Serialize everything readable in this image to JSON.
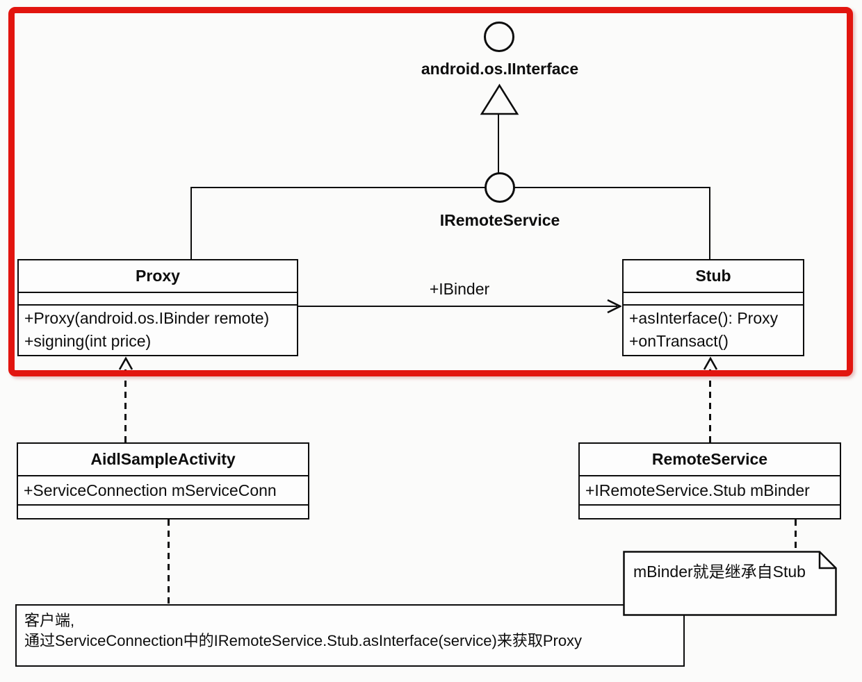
{
  "colors": {
    "highlight": "#e2150f",
    "ink": "#0d0d0d",
    "bg": "#fbfbfa",
    "fill": "#fdfdfd"
  },
  "lollipops": {
    "iinterface": {
      "label": "android.os.IInterface"
    },
    "iremoteservice": {
      "label": "IRemoteService"
    }
  },
  "classes": {
    "proxy": {
      "title": "Proxy",
      "members": [
        "+Proxy(android.os.IBinder remote)",
        "+signing(int price)"
      ]
    },
    "stub": {
      "title": "Stub",
      "members": [
        "+asInterface(): Proxy",
        "+onTransact()"
      ]
    },
    "aidl_sample_activity": {
      "title": "AidlSampleActivity",
      "members": [
        "+ServiceConnection mServiceConn"
      ]
    },
    "remote_service": {
      "title": "RemoteService",
      "members": [
        "+IRemoteService.Stub mBinder"
      ]
    }
  },
  "edges": {
    "ibinder_label": "+IBinder"
  },
  "notes": {
    "mbinder": {
      "text": "mBinder就是继承自Stub"
    },
    "client": {
      "line1": "客户端,",
      "line2": "通过ServiceConnection中的IRemoteService.Stub.asInterface(service)来获取Proxy"
    }
  }
}
